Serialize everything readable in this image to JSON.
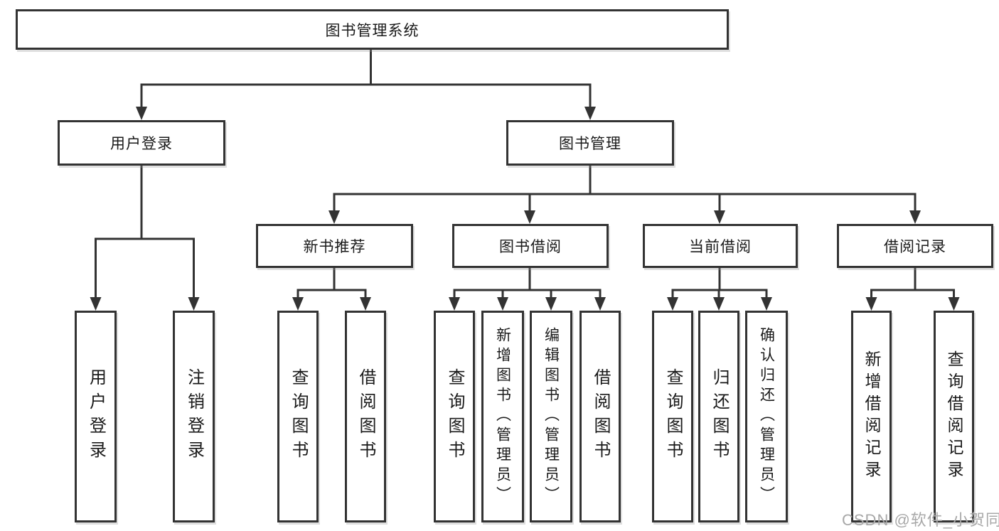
{
  "tree": {
    "root": "图书管理系统",
    "children": [
      {
        "label": "用户登录",
        "children": [
          {
            "label": "用户登录"
          },
          {
            "label": "注销登录"
          }
        ]
      },
      {
        "label": "图书管理",
        "children": [
          {
            "label": "新书推荐",
            "children": [
              {
                "label": "查询图书"
              },
              {
                "label": "借阅图书"
              }
            ]
          },
          {
            "label": "图书借阅",
            "children": [
              {
                "label": "查询图书"
              },
              {
                "label": "新增图书（管理员）"
              },
              {
                "label": "编辑图书（管理员）"
              },
              {
                "label": "借阅图书"
              }
            ]
          },
          {
            "label": "当前借阅",
            "children": [
              {
                "label": "查询图书"
              },
              {
                "label": "归还图书"
              },
              {
                "label": "确认归还（管理员）"
              }
            ]
          },
          {
            "label": "借阅记录",
            "children": [
              {
                "label": "新增借阅记录"
              },
              {
                "label": "查询借阅记录"
              }
            ]
          }
        ]
      }
    ]
  },
  "watermark": "CSDN @软件_小贺同学",
  "colors": {
    "line": "#333333",
    "box_border": "#333333",
    "box_fill": "#ffffff",
    "text": "#1a1a1a",
    "watermark": "#a8a8a8",
    "background": "#ffffff"
  }
}
